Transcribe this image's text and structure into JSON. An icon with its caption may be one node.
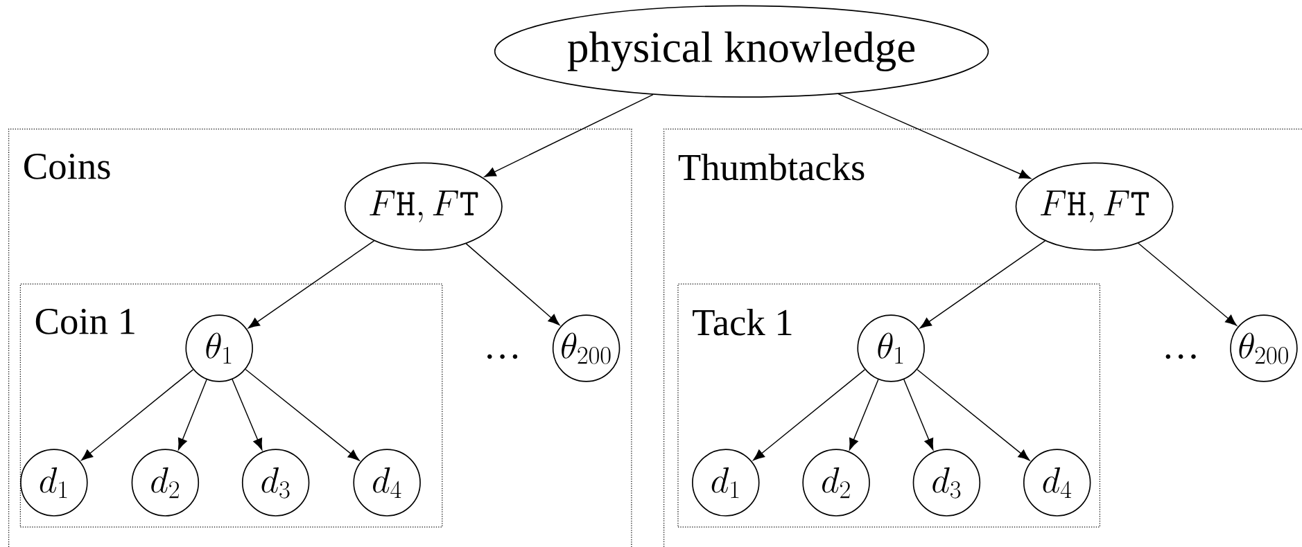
{
  "diagram": {
    "nodes": [
      {
        "text": [
          "physical knowledge"
        ]
      },
      {
        "text": [
          "Coins"
        ]
      },
      {
        "text": [
          "F\\mathtt{H},F\\mathtt{T}"
        ],
        "in": 1
      },
      {
        "text": [
          "Coin 1"
        ],
        "in": 1
      },
      {
        "text": [
          "\\theta_1"
        ],
        "in": 3
      },
      {
        "text": [
          "d_1"
        ],
        "in": 3
      },
      {
        "text": [
          "d_2"
        ],
        "in": 3
      },
      {
        "text": [
          "d_3"
        ],
        "in": 3
      },
      {
        "text": [
          "d_4"
        ],
        "in": 3
      },
      {
        "text": [
          "\\theta_{200}"
        ],
        "in": 1
      },
      {
        "text": [
          "Thumbtacks"
        ]
      },
      {
        "text": [
          "F\\mathtt{H},F\\mathtt{T}"
        ],
        "in": 10
      },
      {
        "text": [
          "Tack 1"
        ],
        "in": 10
      },
      {
        "text": [
          "\\theta_1"
        ],
        "in": 12
      },
      {
        "text": [
          "d_1"
        ],
        "in": 12
      },
      {
        "text": [
          "d_2"
        ],
        "in": 12
      },
      {
        "text": [
          "d_3"
        ],
        "in": 12
      },
      {
        "text": [
          "d_4"
        ],
        "in": 12
      },
      {
        "text": [
          "\\theta_{200}"
        ],
        "in": 10
      }
    ],
    "edges": [
      {
        "from": 0,
        "to": 2,
        "arrow": "to"
      },
      {
        "from": 0,
        "to": 11,
        "arrow": "to"
      },
      {
        "from": 2,
        "to": 4,
        "arrow": "to"
      },
      {
        "from": 2,
        "to": 9,
        "arrow": "to"
      },
      {
        "from": 4,
        "to": 5,
        "arrow": "to"
      },
      {
        "from": 4,
        "to": 6,
        "arrow": "to"
      },
      {
        "from": 4,
        "to": 7,
        "arrow": "to"
      },
      {
        "from": 4,
        "to": 8,
        "arrow": "to"
      },
      {
        "from": 11,
        "to": 13,
        "arrow": "to"
      },
      {
        "from": 11,
        "to": 18,
        "arrow": "to"
      },
      {
        "from": 13,
        "to": 14,
        "arrow": "to"
      },
      {
        "from": 13,
        "to": 15,
        "arrow": "to"
      },
      {
        "from": 13,
        "to": 16,
        "arrow": "to"
      },
      {
        "from": 13,
        "to": 17,
        "arrow": "to"
      }
    ],
    "labels": [
      "…",
      "…"
    ]
  }
}
